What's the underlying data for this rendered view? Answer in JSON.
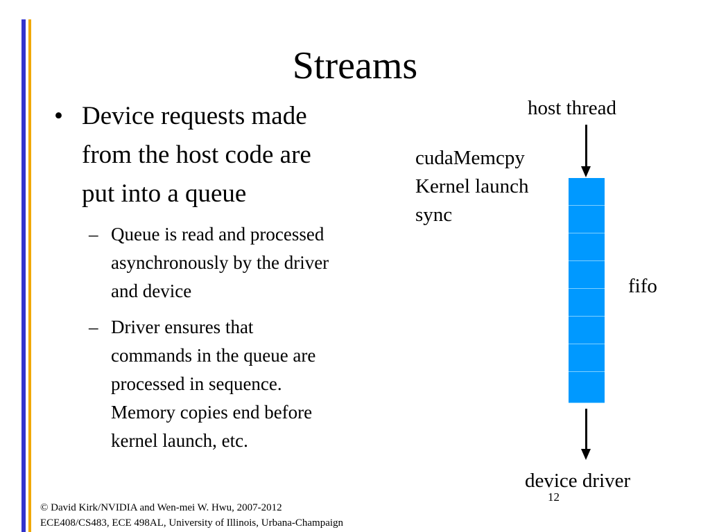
{
  "title": "Streams",
  "bullets": {
    "main": {
      "marker": "•",
      "lines": [
        "Device requests made",
        "from the host code are",
        "put into a queue"
      ]
    },
    "subs": [
      {
        "marker": "–",
        "lines": [
          "Queue is read and processed",
          "asynchronously by the driver",
          "and device"
        ]
      },
      {
        "marker": "–",
        "lines": [
          "Driver ensures that",
          "commands in the queue are",
          "processed in sequence.",
          "Memory copies end before",
          "kernel launch, etc."
        ]
      }
    ]
  },
  "diagram": {
    "host_thread": "host thread",
    "commands": [
      "cudaMemcpy",
      "Kernel launch",
      "sync"
    ],
    "fifo": "fifo",
    "device_driver": "device driver",
    "fifo_color": "#0099ff"
  },
  "footer": {
    "line1": "© David Kirk/NVIDIA and Wen-mei W. Hwu, 2007-2012",
    "line2": "ECE408/CS483, ECE 498AL, University of Illinois, Urbana-Champaign"
  },
  "page_number": "12"
}
